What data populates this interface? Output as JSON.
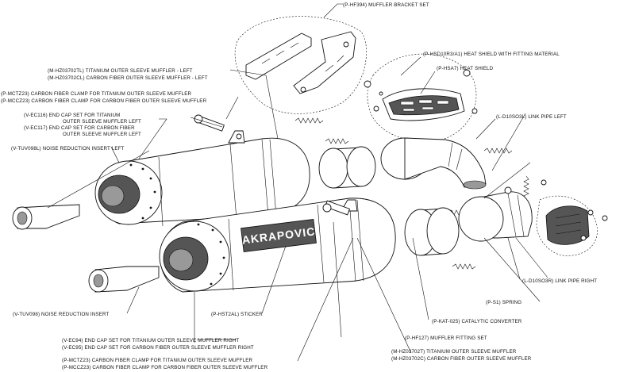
{
  "labels": {
    "muffler_bracket_set": "(P-HF394)  MUFFLER BRACKET SET",
    "heat_shield_fitting": "(P-HSD10R3/A1)  HEAT SHIELD WITH FITTING MATERIAL",
    "heat_shield": "(P-HSA7)  HEAT SHIELD",
    "outer_sleeve_left_ti": "(M-HZ03702TL)  TITANIUM OUTER SLEEVE MUFFLER - LEFT",
    "outer_sleeve_left_cf": "(M-HZ03702CL)  CARBON FIBER OUTER SLEEVE MUFFLER - LEFT",
    "clamp_ti_top": "(P-MCTZ23)  CARBON FIBER CLAMP FOR TITANIUM OUTER SLEEVE MUFFLER",
    "clamp_cf_top": "(P-MCCZ23)  CARBON FIBER CLAMP FOR CARBON FIBER OUTER SLEEVE MUFFLER",
    "endcap_left_ti_1": "(V-EC116)  END CAP SET FOR TITANIUM",
    "endcap_left_ti_2": "OUTER SLEEVE MUFFLER LEFT",
    "endcap_left_cf_1": "(V-EC117)  END CAP SET FOR CARBON FIBER",
    "endcap_left_cf_2": "OUTER SLEEVE MUFFLER LEFT",
    "link_pipe_left": "(L-D10SO3L)  LINK PIPE LEFT",
    "insert_left": "(V-TUV098L)  NOISE REDUCTION INSERT LEFT",
    "link_pipe_right": "(L-D10SO3R)  LINK PIPE RIGHT",
    "spring": "(P-S1)  SPRING",
    "catalytic": "(P-KAT-025)  CATALYTIC CONVERTER",
    "insert": "(V-TUV098)  NOISE REDUCTION INSERT",
    "sticker": "(P-HST2AL)  STICKER",
    "fitting_set": "(P-HF127)  MUFFLER FITTING SET",
    "endcap_right_ti": "(V-EC94)  END CAP SET FOR TITANIUM OUTER SLEEVE MUFFLER RIGHT",
    "endcap_right_cf": "(V-EC95)  END CAP SET FOR CARBON FIBER OUTER SLEEVE MUFFLER RIGHT",
    "outer_sleeve_ti": "(M-HZ03702T)  TITANIUM OUTER SLEEVE MUFFLER",
    "outer_sleeve_cf": "(M-HZ03702C)  CARBON FIBER OUTER SLEEVE MUFFLER",
    "clamp_ti_bottom": "(P-MCTZ23)  CARBON FIBER CLAMP FOR TITANIUM OUTER SLEEVE MUFFLER",
    "clamp_cf_bottom": "(P-MCCZ23)  CARBON FIBER CLAMP FOR CARBON FIBER OUTER SLEEVE MUFFLER"
  },
  "brand": "AKRAPOVIC"
}
